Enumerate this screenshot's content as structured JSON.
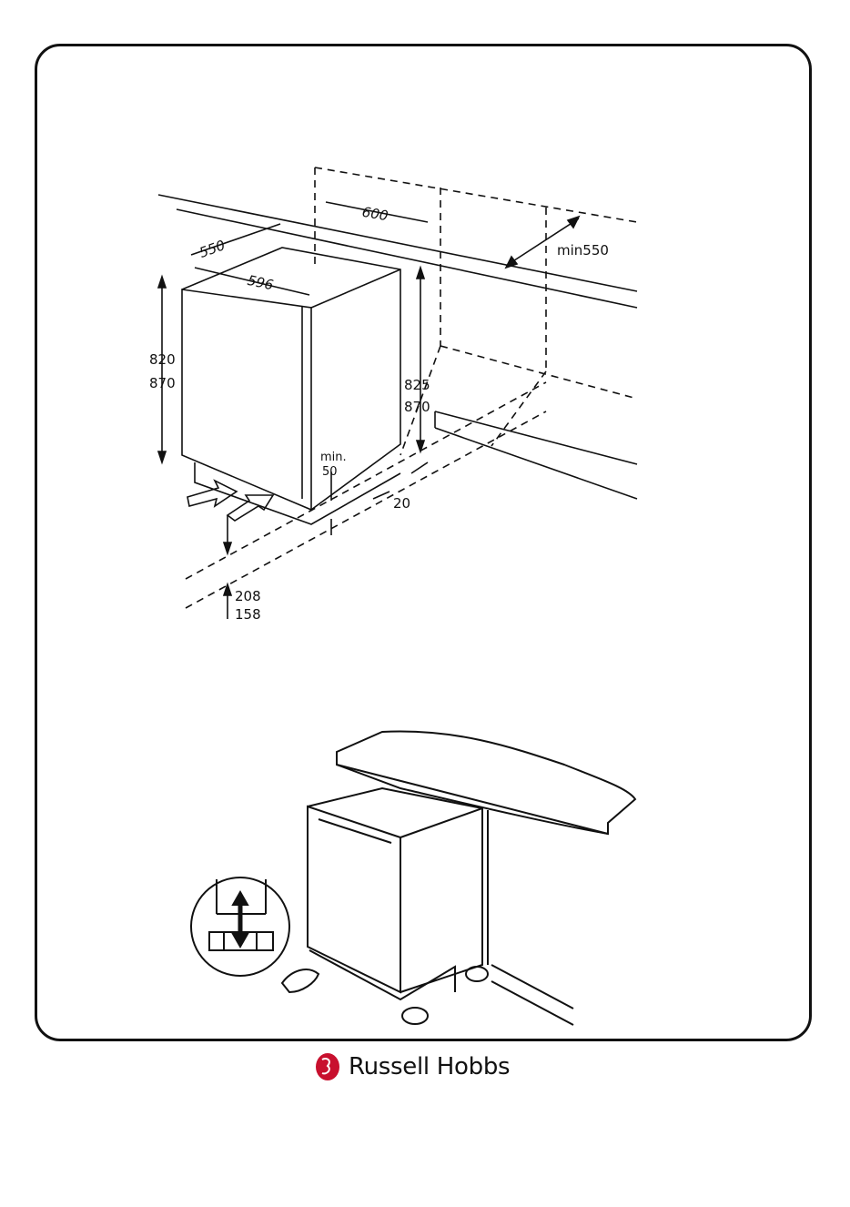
{
  "diagram1": {
    "dims": {
      "width_top": "550",
      "width_front": "596",
      "niche_width": "600",
      "niche_depth": "min550",
      "height_a": "820",
      "height_b": "870",
      "niche_height_a": "825",
      "niche_height_b": "870",
      "gap_label": "min.",
      "gap_value": "50",
      "offset": "20",
      "plinth_a": "208",
      "plinth_b": "158"
    }
  },
  "brand": {
    "name": "Russell Hobbs",
    "color": "#c8102e"
  }
}
